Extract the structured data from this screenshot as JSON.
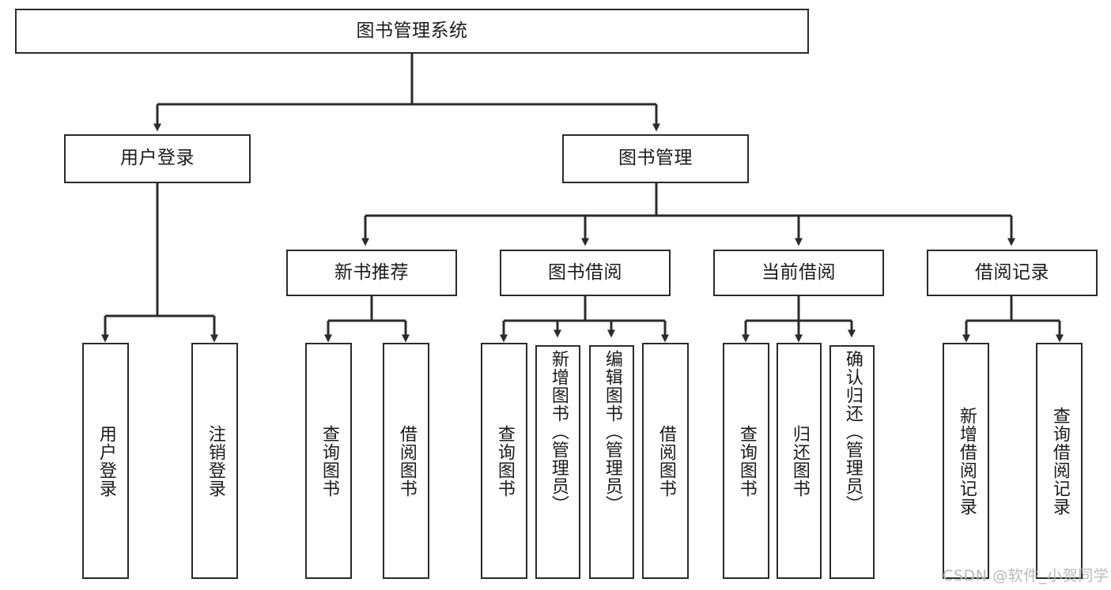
{
  "diagram": {
    "title": "图书管理系统",
    "type": "tree-hierarchy-diagram",
    "root": {
      "id": "root",
      "label": "图书管理系统"
    },
    "level2": [
      {
        "id": "user-login",
        "label": "用户登录"
      },
      {
        "id": "book-manage",
        "label": "图书管理"
      }
    ],
    "level3": [
      {
        "id": "new-book-recommend",
        "label": "新书推荐"
      },
      {
        "id": "book-borrow",
        "label": "图书借阅"
      },
      {
        "id": "current-borrow",
        "label": "当前借阅"
      },
      {
        "id": "borrow-record",
        "label": "借阅记录"
      }
    ],
    "leaves": [
      {
        "id": "leaf-user-login",
        "label": "用户登录",
        "parent": "user-login"
      },
      {
        "id": "leaf-user-logout",
        "label": "注销登录",
        "parent": "user-login"
      },
      {
        "id": "leaf-query-book-1",
        "label": "查询图书",
        "parent": "new-book-recommend"
      },
      {
        "id": "leaf-borrow-book-1",
        "label": "借阅图书",
        "parent": "new-book-recommend"
      },
      {
        "id": "leaf-query-book-2",
        "label": "查询图书",
        "parent": "book-borrow"
      },
      {
        "id": "leaf-add-book",
        "label": "新增图书（管理员）",
        "parent": "book-borrow"
      },
      {
        "id": "leaf-edit-book",
        "label": "编辑图书（管理员）",
        "parent": "book-borrow"
      },
      {
        "id": "leaf-borrow-book-2",
        "label": "借阅图书",
        "parent": "book-borrow"
      },
      {
        "id": "leaf-query-book-3",
        "label": "查询图书",
        "parent": "current-borrow"
      },
      {
        "id": "leaf-return-book",
        "label": "归还图书",
        "parent": "current-borrow"
      },
      {
        "id": "leaf-confirm-return",
        "label": "确认归还（管理员）",
        "parent": "current-borrow"
      },
      {
        "id": "leaf-add-record",
        "label": "新增借阅记录",
        "parent": "borrow-record"
      },
      {
        "id": "leaf-query-record",
        "label": "查询借阅记录",
        "parent": "borrow-record"
      }
    ],
    "watermark": "CSDN @软件_小贺同学",
    "colors": {
      "border": "#2b2b2b",
      "text": "#1b1b1b",
      "background": "#ffffff",
      "watermark": "#b9b9b9"
    }
  }
}
